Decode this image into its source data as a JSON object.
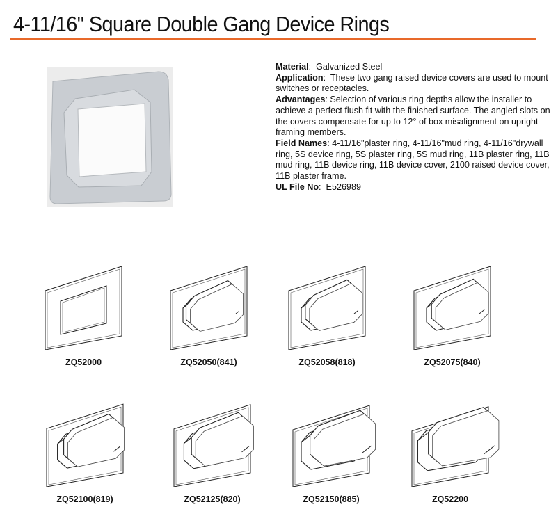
{
  "title": "4-11/16\" Square Double Gang Device Rings",
  "colors": {
    "accent": "#e8692a"
  },
  "specs": {
    "material_label": "Material",
    "material_value": "Galvanized Steel",
    "application_label": "Application",
    "application_value": "These two gang raised device covers are used to mount switches or receptacles.",
    "advantages_label": "Advantages",
    "advantages_value": "Selection of various ring depths allow the installer to achieve a perfect flush fit with the finished surface. The angled slots on the covers compensate for up to 12° of box misalignment on upright framing members.",
    "field_names_label": "Field Names",
    "field_names_value": "4-11/16\"plaster ring, 4-11/16\"mud ring, 4-11/16\"drywall ring, 5S device ring, 5S plaster ring, 5S mud ring, 11B plaster ring, 11B mud ring, 11B device ring, 11B device cover, 2100 raised device cover, 11B plaster frame.",
    "ul_label": "UL File No",
    "ul_value": "E526989"
  },
  "products": [
    {
      "model": "ZQ52000"
    },
    {
      "model": "ZQ52050(841)"
    },
    {
      "model": "ZQ52058(818)"
    },
    {
      "model": "ZQ52075(840)"
    },
    {
      "model": "ZQ52100(819)"
    },
    {
      "model": "ZQ52125(820)"
    },
    {
      "model": "ZQ52150(885)"
    },
    {
      "model": "ZQ52200"
    }
  ]
}
